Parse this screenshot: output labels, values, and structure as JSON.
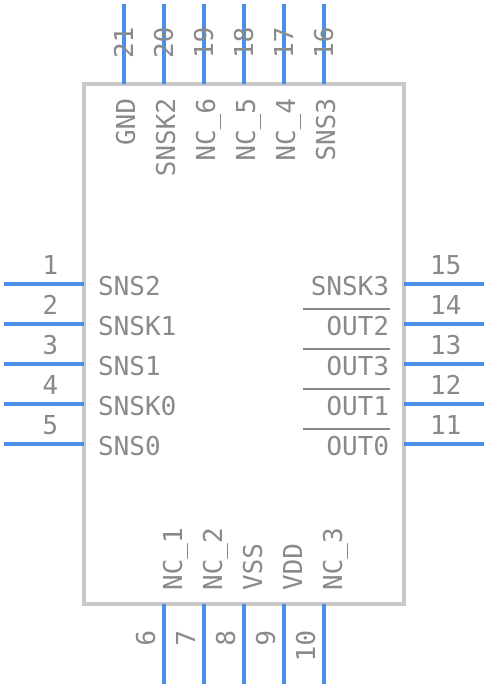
{
  "component": {
    "body_color": "#c8c8c8",
    "pin_color": "#4a8ee8",
    "text_color": "#8a8a8a",
    "pins": {
      "left": [
        {
          "number": "1",
          "name": "SNS2"
        },
        {
          "number": "2",
          "name": "SNSK1"
        },
        {
          "number": "3",
          "name": "SNS1"
        },
        {
          "number": "4",
          "name": "SNSK0"
        },
        {
          "number": "5",
          "name": "SNS0"
        }
      ],
      "right": [
        {
          "number": "15",
          "name": "SNSK3",
          "overbar": false
        },
        {
          "number": "14",
          "name": "OUT2",
          "overbar": true
        },
        {
          "number": "13",
          "name": "OUT3",
          "overbar": true
        },
        {
          "number": "12",
          "name": "OUT1",
          "overbar": true
        },
        {
          "number": "11",
          "name": "OUT0",
          "overbar": true
        }
      ],
      "top": [
        {
          "number": "21",
          "name": "GND"
        },
        {
          "number": "20",
          "name": "SNSK2"
        },
        {
          "number": "19",
          "name": "NC_6"
        },
        {
          "number": "18",
          "name": "NC_5"
        },
        {
          "number": "17",
          "name": "NC_4"
        },
        {
          "number": "16",
          "name": "SNS3"
        }
      ],
      "bottom": [
        {
          "number": "6",
          "name": "NC_1"
        },
        {
          "number": "7",
          "name": "NC_2"
        },
        {
          "number": "8",
          "name": "VSS"
        },
        {
          "number": "9",
          "name": "VDD"
        },
        {
          "number": "10",
          "name": "NC_3"
        }
      ]
    }
  }
}
